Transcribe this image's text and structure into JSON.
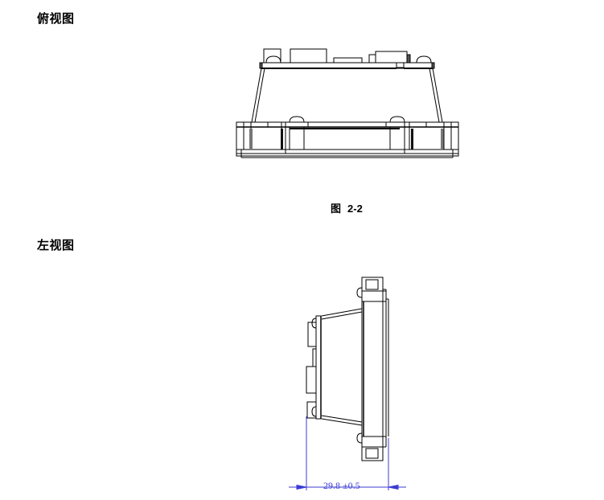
{
  "sections": [
    {
      "title": "俯视图"
    },
    {
      "title": "左视图"
    }
  ],
  "figure_caption": {
    "prefix": "图",
    "number": "2-2"
  },
  "dimension": {
    "value": "29.8 ±0.5",
    "color": "#3b3bd6"
  },
  "colors": {
    "line": "#000000",
    "dimension": "#3b3bd6"
  }
}
